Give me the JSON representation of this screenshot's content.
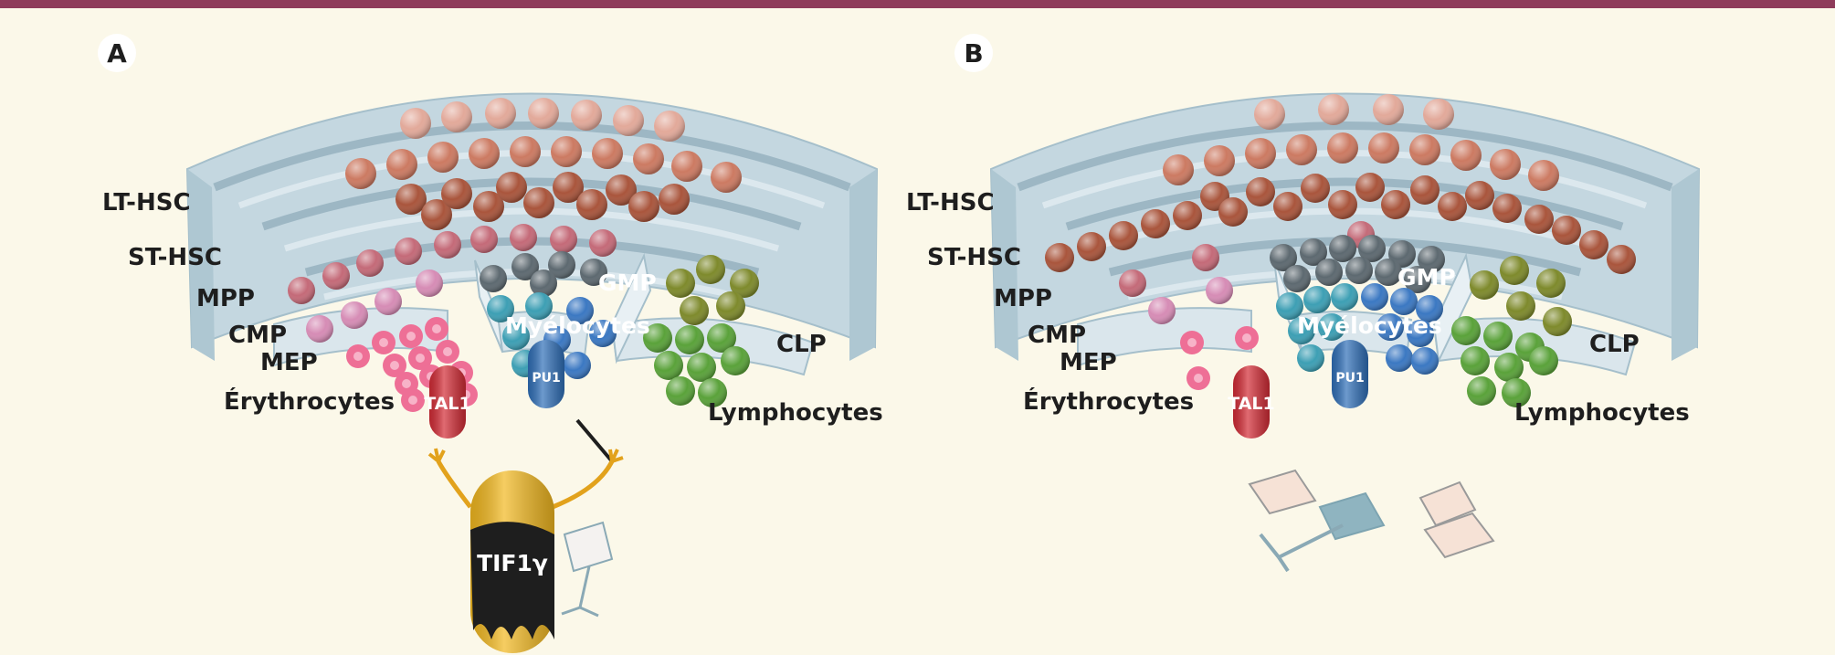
{
  "colors": {
    "top_bar": "#8e3b5a",
    "background": "#fbf8e9",
    "stage_top": "#bcd2dc",
    "stage_front": "#dae6ec",
    "hsc_light": "#e2a99a",
    "hsc_dark": "#a9553c",
    "mpp": "#c46a78",
    "cmp": "#d68cb5",
    "mep": "#ee6f96",
    "gmp": "#5d6970",
    "myelocyte_teal": "#3d9fb4",
    "myelocyte_blue": "#3b78c2",
    "lymphocyte_green": "#5aa23a",
    "clp_olive": "#7e8a2c",
    "tal1_red": "#d32b35",
    "pu1_blue": "#2f6fb8",
    "tif1g_yellow": "#f2b81f"
  },
  "panels": [
    {
      "letter": "A",
      "labels": {
        "lt_hsc": "LT-HSC",
        "st_hsc": "ST-HSC",
        "mpp": "MPP",
        "cmp": "CMP",
        "mep": "MEP",
        "erythrocytes": "Érythrocytes",
        "gmp": "GMP",
        "myelocytes": "Myélocytes",
        "clp": "CLP",
        "lymphocytes": "Lymphocytes",
        "tal1": "TAL1",
        "pu1": "PU1"
      },
      "conductor": {
        "label": "TIF1γ",
        "icon": "conductor-icon"
      }
    },
    {
      "letter": "B",
      "labels": {
        "lt_hsc": "LT-HSC",
        "st_hsc": "ST-HSC",
        "mpp": "MPP",
        "cmp": "CMP",
        "mep": "MEP",
        "erythrocytes": "Érythrocytes",
        "gmp": "GMP",
        "myelocytes": "Myélocytes",
        "clp": "CLP",
        "lymphocytes": "Lymphocytes",
        "tal1": "TAL1",
        "pu1": "PU1"
      },
      "scattered": {
        "icon": "scattered-sheet-music-icon"
      }
    }
  ]
}
